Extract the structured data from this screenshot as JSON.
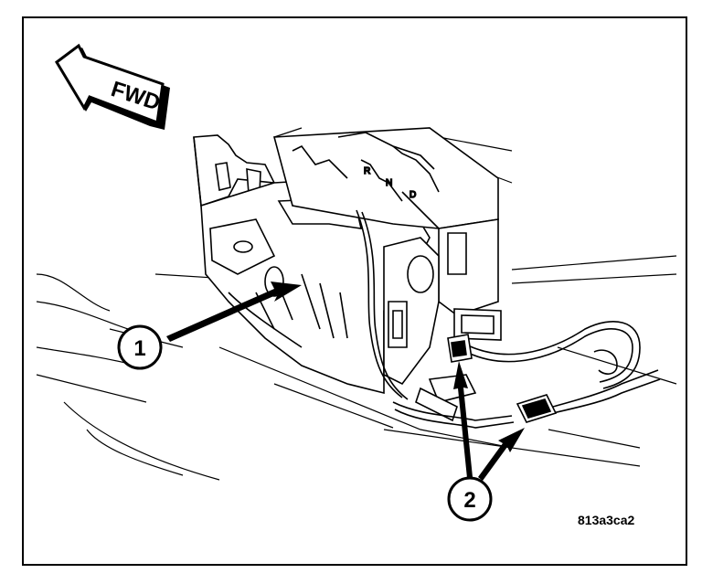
{
  "diagram": {
    "direction_arrow": {
      "label": "FWD"
    },
    "callouts": [
      {
        "number": "1"
      },
      {
        "number": "2"
      }
    ],
    "shifter_detents": [
      "R",
      "N",
      "D"
    ],
    "figure_code": "813a3ca2"
  }
}
